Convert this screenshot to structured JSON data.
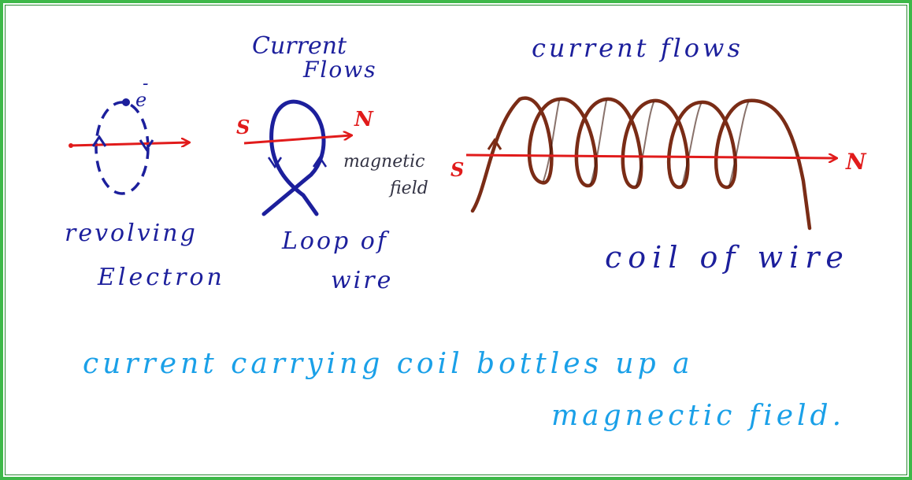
{
  "colors": {
    "frame": "#3db848",
    "ink_blue": "#1c1f9c",
    "ink_red": "#e11b1b",
    "ink_brown": "#7a2c16",
    "ink_cyan": "#1aa0e8",
    "ink_grey": "#333344"
  },
  "panel_electron": {
    "electron_label": "e",
    "electron_sign": "-",
    "caption_line1": "revolving",
    "caption_line2": "Electron"
  },
  "panel_loop": {
    "title_line1": "Current",
    "title_line2": "Flows",
    "south_label": "S",
    "north_label": "N",
    "field_label_line1": "magnetic",
    "field_label_line2": "field",
    "caption_line1": "Loop of",
    "caption_line2": "wire"
  },
  "panel_coil": {
    "title": "current flows",
    "south_label": "S",
    "north_label": "N",
    "caption": "coil of wire"
  },
  "statement": {
    "line1": "current carrying coil bottles up a",
    "line2": "magnectic field."
  }
}
